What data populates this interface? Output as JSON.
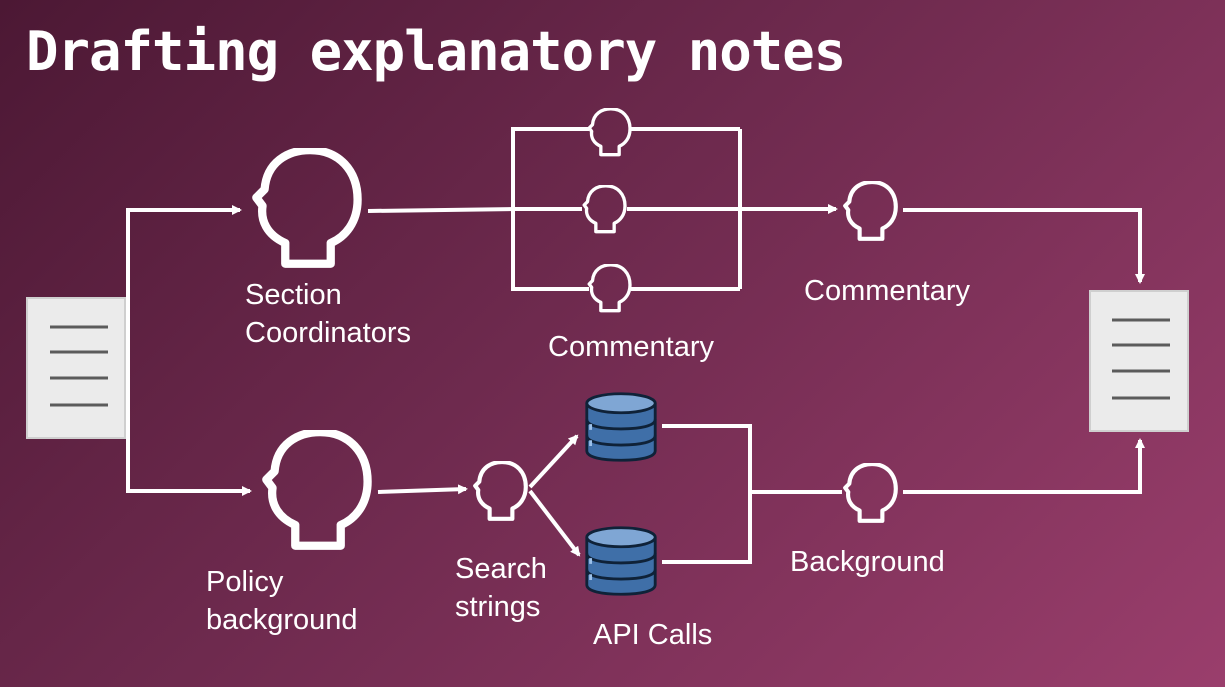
{
  "title": "Drafting explanatory notes",
  "labels": {
    "section_coordinators": [
      "Section",
      "Coordinators"
    ],
    "commentary_group": "Commentary",
    "commentary_single": "Commentary",
    "policy_background": [
      "Policy",
      "background"
    ],
    "search_strings": [
      "Search",
      "strings"
    ],
    "api_calls": "API Calls",
    "background": "Background"
  },
  "colors": {
    "background_start": "#4c1834",
    "background_end": "#9a3e6c",
    "stroke": "#ffffff",
    "document_fill": "#ebebeb",
    "database_fill": "#3f6fa8"
  },
  "icons": [
    "document-icon",
    "head-icon",
    "database-icon",
    "arrow-icon"
  ]
}
